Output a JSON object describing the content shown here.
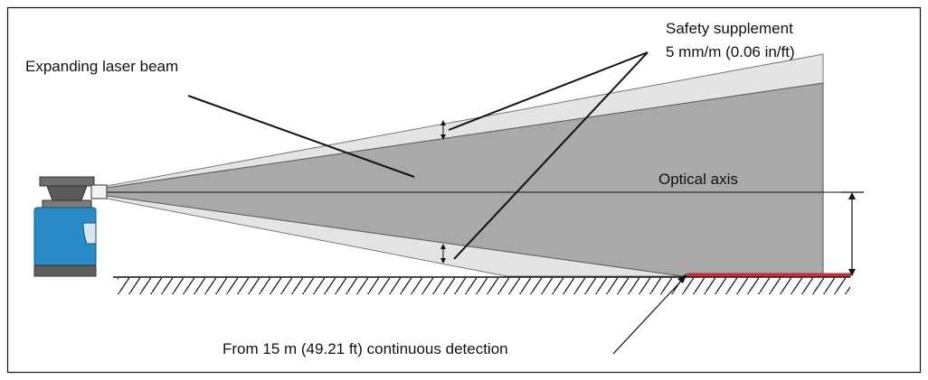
{
  "labels": {
    "beam": "Expanding laser beam",
    "supplement_line1": "Safety supplement",
    "supplement_line2": "5 mm/m (0.06 in/ft)",
    "optical_axis": "Optical axis",
    "detection": "From 15 m (49.21 ft) continuous detection"
  },
  "colors": {
    "outer_beam": "#e4e4e4",
    "inner_beam": "#a9a9a9",
    "scanner_body": "#2a8cc6",
    "scanner_head": "#6e6e6e",
    "detection_zone": "#c0303a"
  }
}
